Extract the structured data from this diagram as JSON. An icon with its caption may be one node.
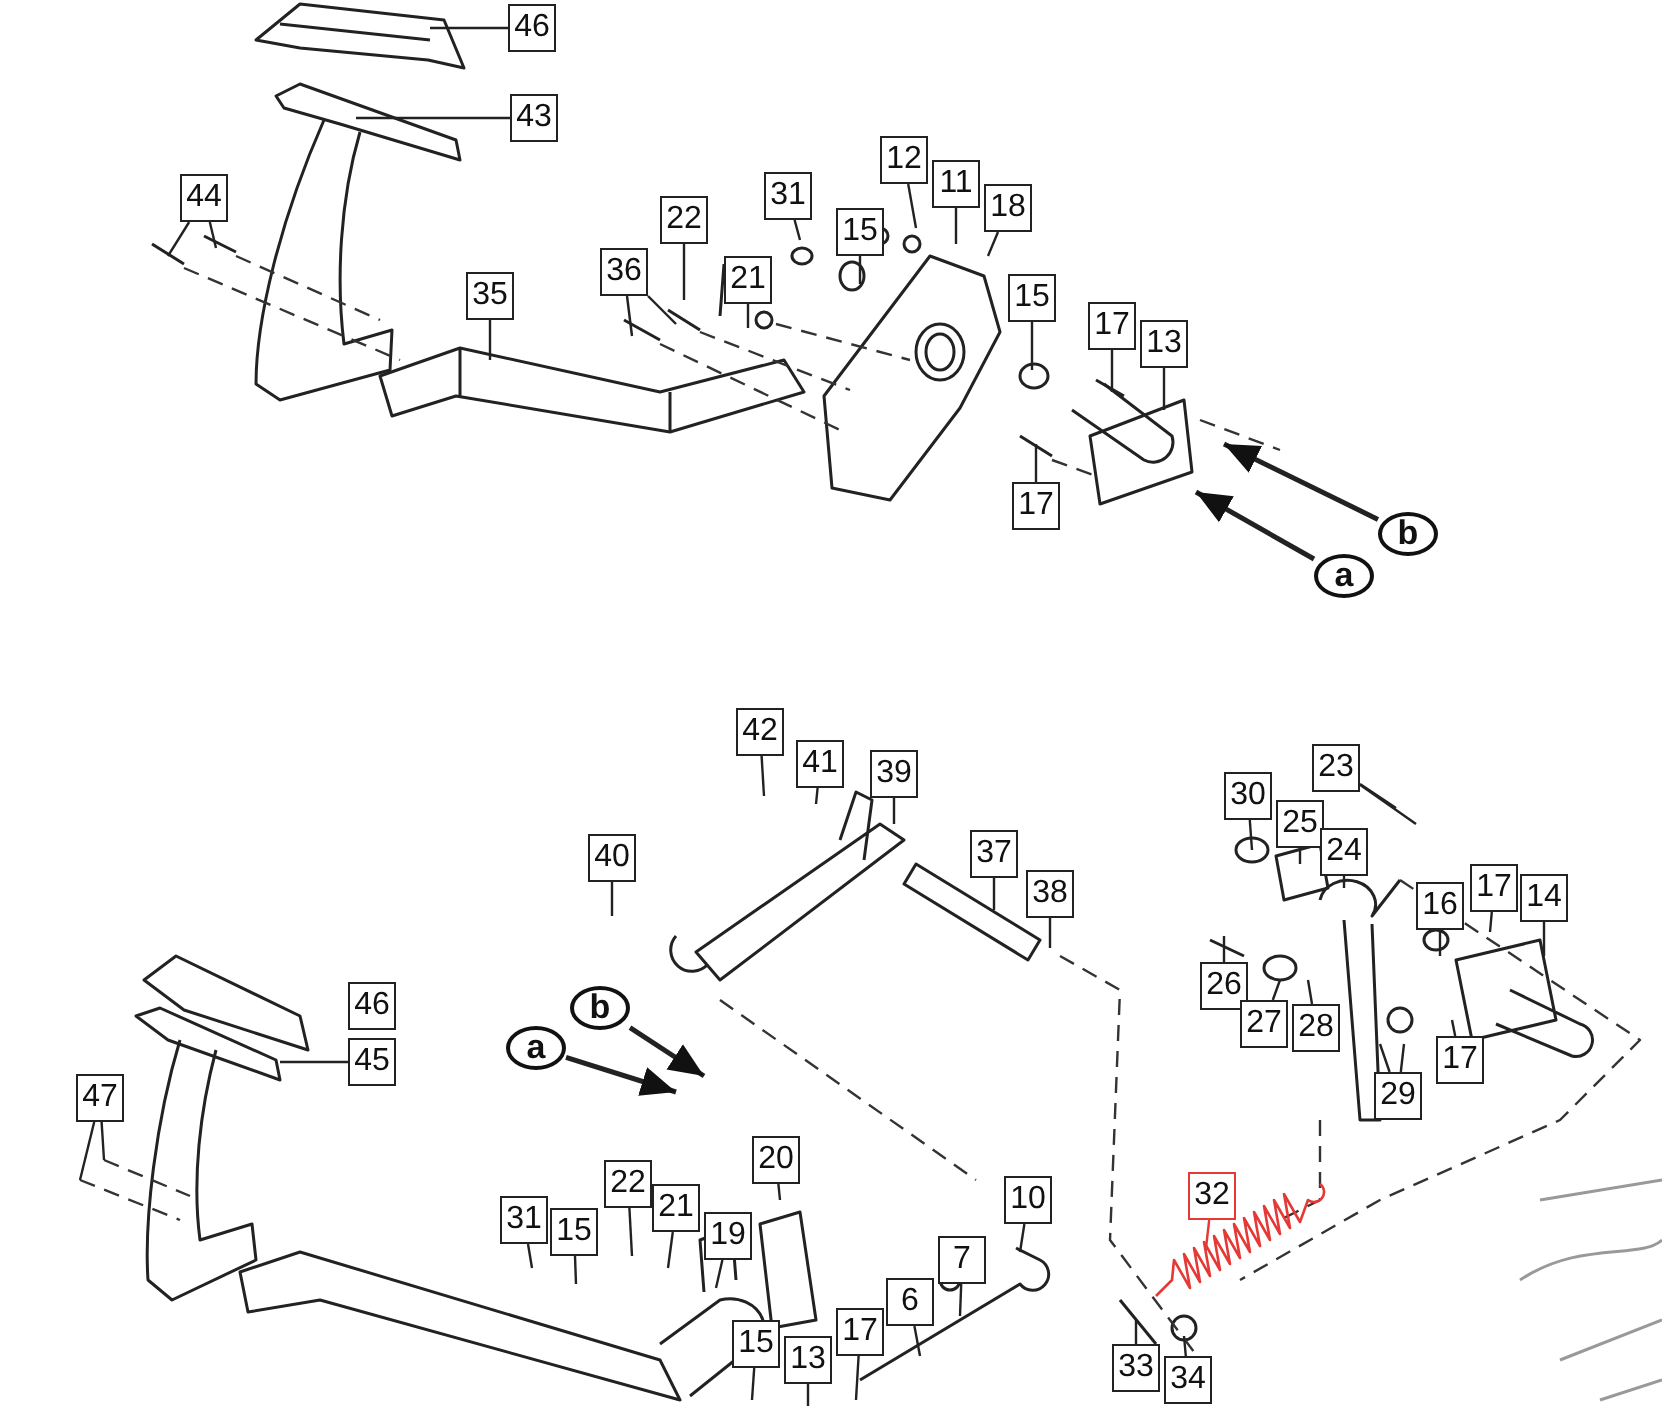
{
  "diagram": {
    "nodes": [
      {
        "text": [
          "46"
        ]
      },
      {
        "text": [
          "43"
        ]
      },
      {
        "text": [
          "44"
        ]
      },
      {
        "text": [
          "12"
        ]
      },
      {
        "text": [
          "31"
        ]
      },
      {
        "text": [
          "11"
        ]
      },
      {
        "text": [
          "18"
        ]
      },
      {
        "text": [
          "15"
        ]
      },
      {
        "text": [
          "22"
        ]
      },
      {
        "text": [
          "21"
        ]
      },
      {
        "text": [
          "36"
        ]
      },
      {
        "text": [
          "35"
        ]
      },
      {
        "text": [
          "15"
        ]
      },
      {
        "text": [
          "17"
        ]
      },
      {
        "text": [
          "13"
        ]
      },
      {
        "text": [
          "17"
        ]
      },
      {
        "text": [
          "b"
        ]
      },
      {
        "text": [
          "a"
        ]
      },
      {
        "text": [
          "42"
        ]
      },
      {
        "text": [
          "23"
        ]
      },
      {
        "text": [
          "41"
        ]
      },
      {
        "text": [
          "39"
        ]
      },
      {
        "text": [
          "30"
        ]
      },
      {
        "text": [
          "25"
        ]
      },
      {
        "text": [
          "24"
        ]
      },
      {
        "text": [
          "40"
        ]
      },
      {
        "text": [
          "37"
        ]
      },
      {
        "text": [
          "17"
        ]
      },
      {
        "text": [
          "38"
        ]
      },
      {
        "text": [
          "14"
        ]
      },
      {
        "text": [
          "16"
        ]
      },
      {
        "text": [
          "26"
        ]
      },
      {
        "text": [
          "46"
        ]
      },
      {
        "text": [
          "b"
        ]
      },
      {
        "text": [
          "27"
        ]
      },
      {
        "text": [
          "28"
        ]
      },
      {
        "text": [
          "45"
        ]
      },
      {
        "text": [
          "a"
        ]
      },
      {
        "text": [
          "17"
        ]
      },
      {
        "text": [
          "29"
        ]
      },
      {
        "text": [
          "47"
        ]
      },
      {
        "text": [
          "20"
        ]
      },
      {
        "text": [
          "22"
        ]
      },
      {
        "text": [
          "32"
        ]
      },
      {
        "text": [
          "10"
        ]
      },
      {
        "text": [
          "21"
        ]
      },
      {
        "text": [
          "31"
        ]
      },
      {
        "text": [
          "15"
        ]
      },
      {
        "text": [
          "19"
        ]
      },
      {
        "text": [
          "7"
        ]
      },
      {
        "text": [
          "6"
        ]
      },
      {
        "text": [
          "17"
        ]
      },
      {
        "text": [
          "15"
        ]
      },
      {
        "text": [
          "13"
        ]
      },
      {
        "text": [
          "33"
        ]
      },
      {
        "text": [
          "34"
        ]
      }
    ],
    "edges": [
      {
        "from": 0,
        "to": null,
        "arrow": "none"
      },
      {
        "from": 1,
        "to": null,
        "arrow": "none"
      },
      {
        "from": 2,
        "to": null,
        "arrow": "none"
      },
      {
        "from": 2,
        "to": null,
        "arrow": "none"
      },
      {
        "from": 3,
        "to": null,
        "arrow": "none"
      },
      {
        "from": 4,
        "to": null,
        "arrow": "none"
      },
      {
        "from": 5,
        "to": null,
        "arrow": "none"
      },
      {
        "from": 6,
        "to": null,
        "arrow": "none"
      },
      {
        "from": 7,
        "to": null,
        "arrow": "none"
      },
      {
        "from": 8,
        "to": null,
        "arrow": "none"
      },
      {
        "from": 9,
        "to": null,
        "arrow": "none"
      },
      {
        "from": 10,
        "to": null,
        "arrow": "none"
      },
      {
        "from": 10,
        "to": null,
        "arrow": "none"
      },
      {
        "from": 11,
        "to": null,
        "arrow": "none"
      },
      {
        "from": 12,
        "to": null,
        "arrow": "none"
      },
      {
        "from": 13,
        "to": null,
        "arrow": "none"
      },
      {
        "from": 14,
        "to": null,
        "arrow": "none"
      },
      {
        "from": 15,
        "to": null,
        "arrow": "none"
      },
      {
        "from": 16,
        "to": null,
        "arrow": "to"
      },
      {
        "from": 17,
        "to": null,
        "arrow": "to"
      },
      {
        "from": 18,
        "to": null,
        "arrow": "none"
      },
      {
        "from": 19,
        "to": null,
        "arrow": "none"
      },
      {
        "from": 19,
        "to": null,
        "arrow": "none"
      },
      {
        "from": 20,
        "to": null,
        "arrow": "none"
      },
      {
        "from": 21,
        "to": null,
        "arrow": "none"
      },
      {
        "from": 22,
        "to": null,
        "arrow": "none"
      },
      {
        "from": 23,
        "to": null,
        "arrow": "none"
      },
      {
        "from": 24,
        "to": null,
        "arrow": "none"
      },
      {
        "from": 25,
        "to": null,
        "arrow": "none"
      },
      {
        "from": 26,
        "to": null,
        "arrow": "none"
      },
      {
        "from": 27,
        "to": null,
        "arrow": "none"
      },
      {
        "from": 28,
        "to": null,
        "arrow": "none"
      },
      {
        "from": 29,
        "to": null,
        "arrow": "none"
      },
      {
        "from": 30,
        "to": null,
        "arrow": "none"
      },
      {
        "from": 31,
        "to": null,
        "arrow": "none"
      },
      {
        "from": 33,
        "to": null,
        "arrow": "to"
      },
      {
        "from": 34,
        "to": null,
        "arrow": "none"
      },
      {
        "from": 35,
        "to": null,
        "arrow": "none"
      },
      {
        "from": 36,
        "to": null,
        "arrow": "none"
      },
      {
        "from": 37,
        "to": null,
        "arrow": "to"
      },
      {
        "from": 38,
        "to": null,
        "arrow": "none"
      },
      {
        "from": 39,
        "to": null,
        "arrow": "none"
      },
      {
        "from": 39,
        "to": null,
        "arrow": "none"
      },
      {
        "from": 40,
        "to": null,
        "arrow": "none"
      },
      {
        "from": 40,
        "to": null,
        "arrow": "none"
      },
      {
        "from": 41,
        "to": null,
        "arrow": "none"
      },
      {
        "from": 42,
        "to": null,
        "arrow": "none"
      },
      {
        "from": 43,
        "to": null,
        "arrow": "none",
        "color": "#e53935"
      },
      {
        "from": 44,
        "to": null,
        "arrow": "none"
      },
      {
        "from": 45,
        "to": null,
        "arrow": "none"
      },
      {
        "from": 46,
        "to": null,
        "arrow": "none"
      },
      {
        "from": 47,
        "to": null,
        "arrow": "none"
      },
      {
        "from": 48,
        "to": null,
        "arrow": "none"
      },
      {
        "from": 49,
        "to": null,
        "arrow": "none"
      },
      {
        "from": 50,
        "to": null,
        "arrow": "none"
      },
      {
        "from": 51,
        "to": null,
        "arrow": "none"
      },
      {
        "from": 52,
        "to": null,
        "arrow": "none"
      },
      {
        "from": 53,
        "to": null,
        "arrow": "none"
      },
      {
        "from": 54,
        "to": null,
        "arrow": "none"
      },
      {
        "from": 55,
        "to": null,
        "arrow": "none"
      }
    ]
  }
}
